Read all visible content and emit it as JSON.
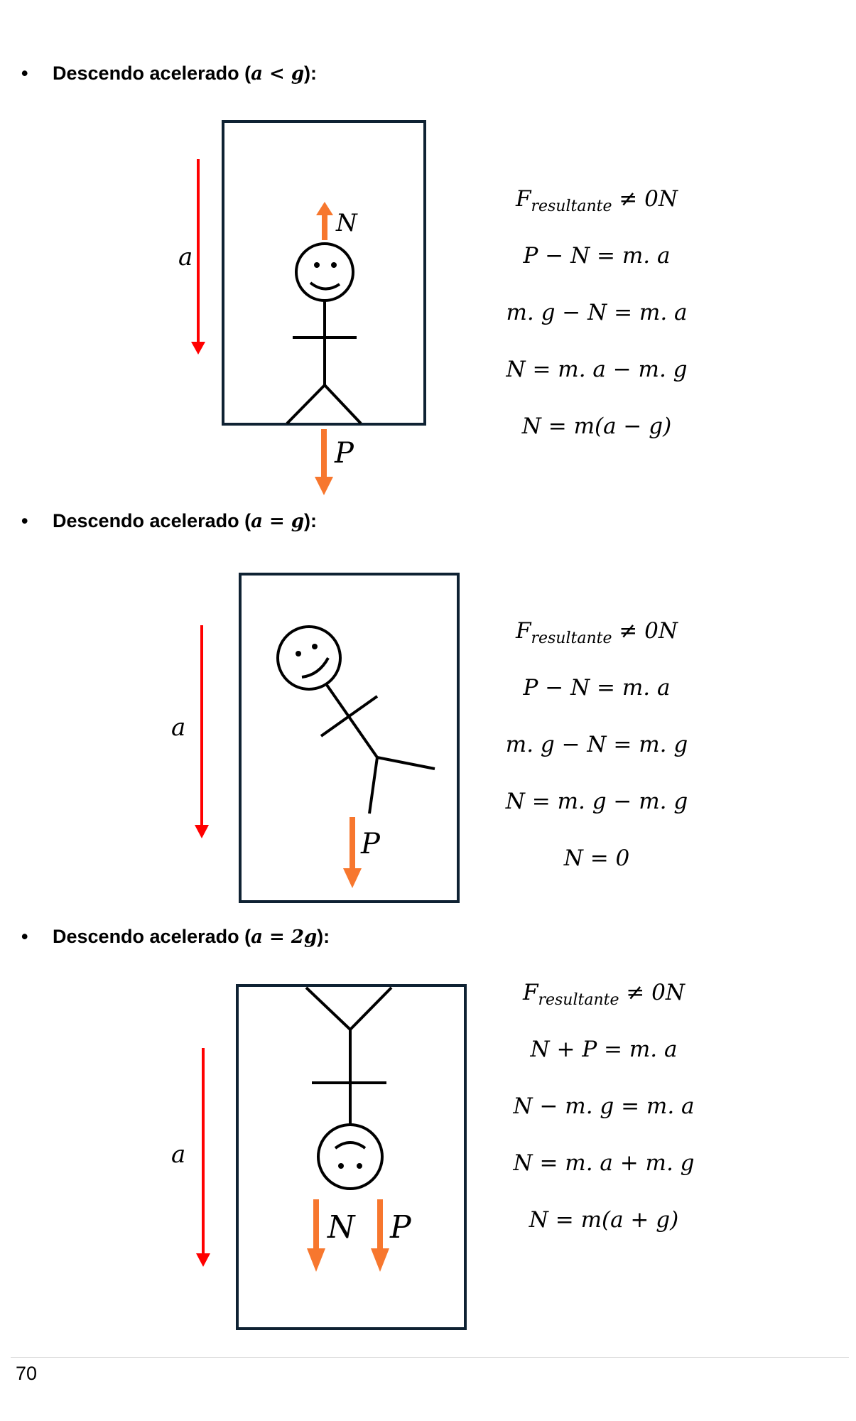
{
  "sections": [
    {
      "heading_prefix": "Descendo acelerado (",
      "heading_math": "a < g",
      "heading_suffix": "):",
      "equations": [
        "F_resultante ≠ 0N",
        "P − N = m. a",
        "m. g − N = m. a",
        "N = m. a − m. g",
        "N = m(a − g)"
      ]
    },
    {
      "heading_prefix": "Descendo acelerado (",
      "heading_math": "a = g",
      "heading_suffix": "):",
      "equations": [
        "F_resultante ≠ 0N",
        "P − N = m. a",
        "m. g − N = m. g",
        "N = m. g − m. g",
        "N = 0"
      ]
    },
    {
      "heading_prefix": "Descendo acelerado (",
      "heading_math": "a = 2g",
      "heading_suffix": "):",
      "equations": [
        "F_resultante ≠ 0N",
        "N + P = m. a",
        "N − m. g = m. a",
        "N = m. a + m. g",
        "N = m(a + g)"
      ]
    }
  ],
  "labels": {
    "acceleration": "a",
    "normal": "N",
    "weight": "P"
  },
  "colors": {
    "acceleration_arrow": "#ff0000",
    "force_arrow": "#f7772e",
    "box_border": "#0f2233",
    "figure": "#000000"
  },
  "footer": {
    "page_number": "70"
  }
}
